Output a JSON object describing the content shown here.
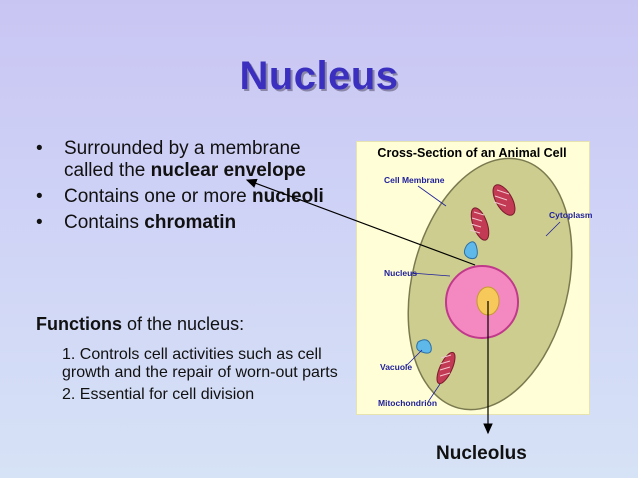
{
  "title": "Nucleus",
  "bullets": [
    {
      "pre": "Surrounded by a membrane called the ",
      "bold": "nuclear envelope",
      "post": ""
    },
    {
      "pre": "Contains one or more ",
      "bold": "nucleoli",
      "post": ""
    },
    {
      "pre": "Contains ",
      "bold": "chromatin",
      "post": ""
    }
  ],
  "functions": {
    "heading": "Functions",
    "text": " of the nucleus:"
  },
  "function_items": [
    "1. Controls cell activities such as cell growth and the repair of worn-out parts",
    "2. Essential for cell division"
  ],
  "diagram": {
    "title": "Cross-Section of an Animal Cell",
    "labels": {
      "cell_membrane": "Cell Membrane",
      "cytoplasm": "Cytoplasm",
      "nucleus": "Nucleus",
      "vacuole": "Vacuole",
      "mitochondrion": "Mitochondrion"
    },
    "colors": {
      "cytoplasm": "#cdcd8f",
      "nucleus": "#f489c1",
      "nucleolus": "#f6c95a",
      "vacuole": "#5fb8ea",
      "mitochondria": "#c23a54",
      "label": "#1f1f9c",
      "title": "#cc2020"
    }
  },
  "nucleolus_caption": "Nucleolus"
}
